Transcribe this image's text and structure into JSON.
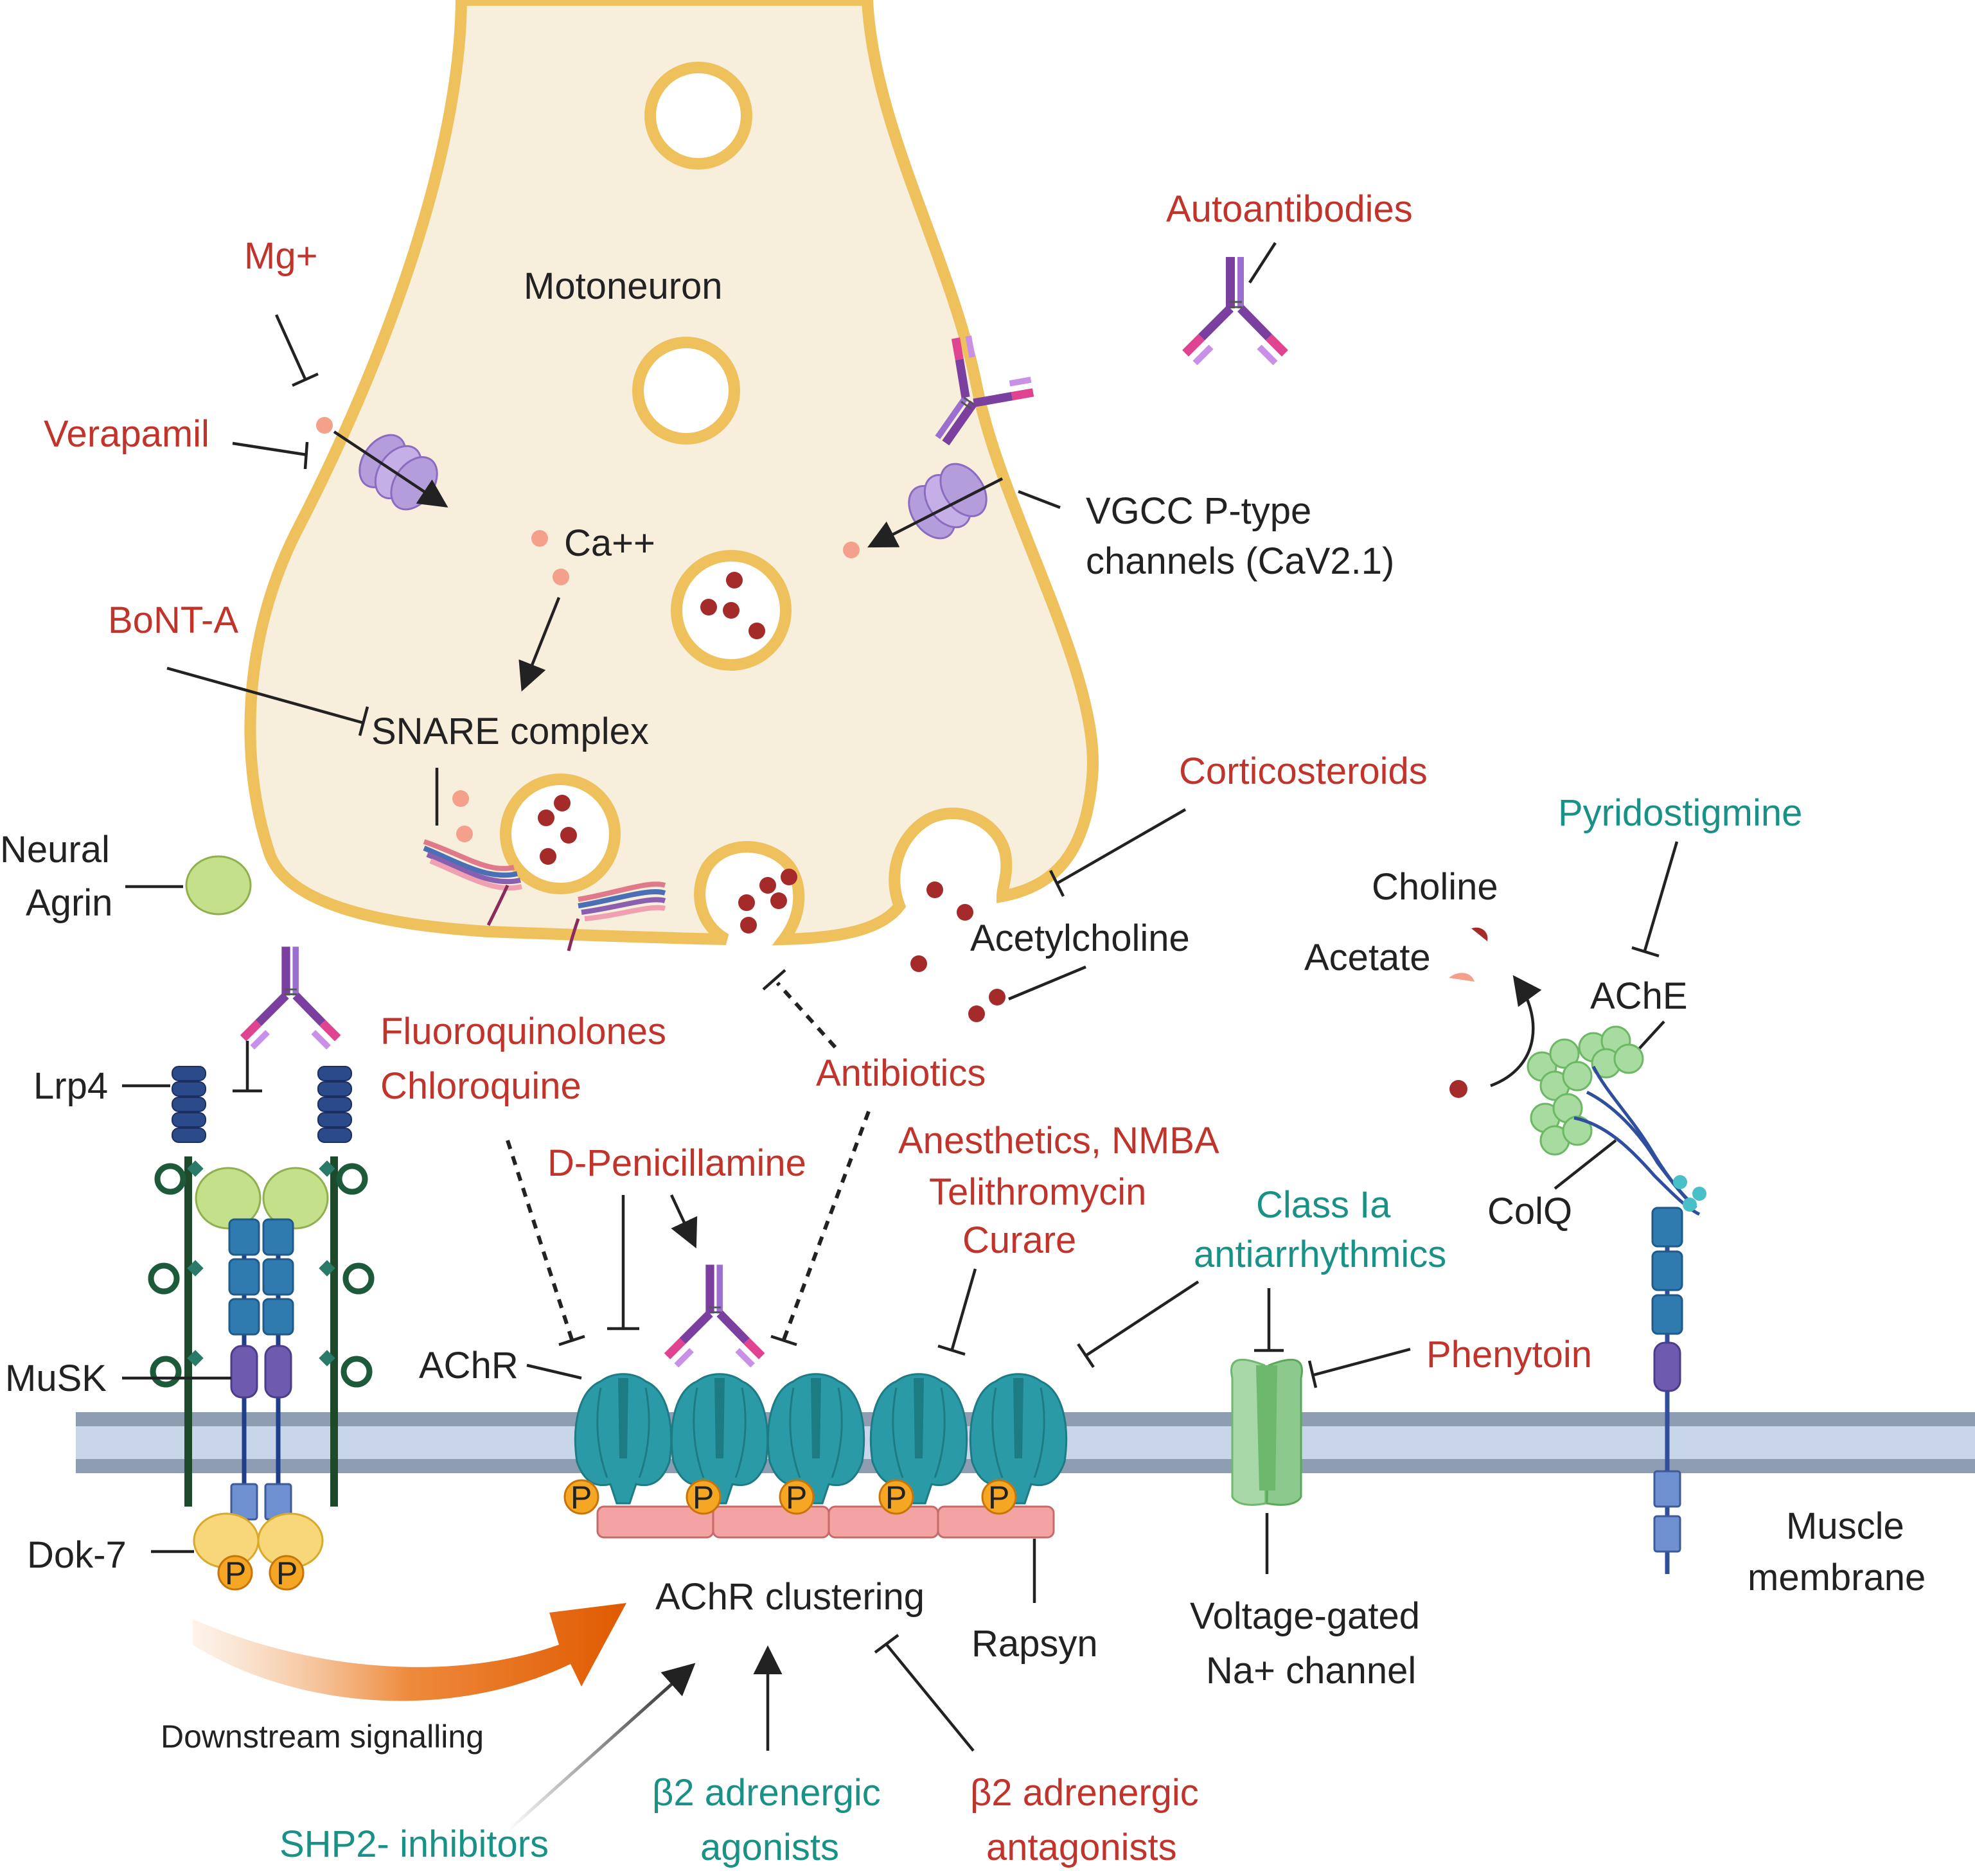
{
  "labels": {
    "motoneuron": "Motoneuron",
    "ca": "Ca++",
    "snare": "SNARE complex",
    "vgcc_line1": "VGCC  P-type",
    "vgcc_line2": "channels (CaV2.1)",
    "neural": "Neural",
    "agrin": "Agrin",
    "lrp4": "Lrp4",
    "musk": "MuSK",
    "dok7": "Dok-7",
    "achr": "AChR",
    "achr_clustering": "AChR clustering",
    "rapsyn": "Rapsyn",
    "downstream": "Downstream signalling",
    "acetylcholine": "Acetylcholine",
    "choline": "Choline",
    "acetate": "Acetate",
    "ache": "AChE",
    "colq": "ColQ",
    "vgnc_line1": "Voltage-gated",
    "vgnc_line2": "Na+ channel",
    "muscle_line1": "Muscle",
    "muscle_line2": "membrane",
    "phospho": "P"
  },
  "drugs": {
    "mg": "Mg+",
    "verapamil": "Verapamil",
    "bonta": "BoNT-A",
    "autoantibodies": "Autoantibodies",
    "corticosteroids": "Corticosteroids",
    "antibiotics": "Antibiotics",
    "fluoroquinolones": "Fluoroquinolones",
    "chloroquine": "Chloroquine",
    "dpenicillamine": "D-Penicillamine",
    "anesthetics": "Anesthetics, NMBA",
    "telithromycin": "Telithromycin",
    "curare": "Curare",
    "classia_line1": "Class Ia",
    "classia_line2": "antiarrhythmics",
    "phenytoin": "Phenytoin",
    "pyridostigmine": "Pyridostigmine",
    "shp2": "SHP2- inhibitors",
    "b2ago_line1": "β2 adrenergic",
    "b2ago_line2": "agonists",
    "b2ant_line1": "β2 adrenergic",
    "b2ant_line2": "antagonists"
  },
  "colors": {
    "neuron_fill": "#f7eedb",
    "neuron_stroke": "#eec15c",
    "membrane": "#9fb0c6",
    "achr": "#2a9aa6",
    "rapsyn": "#f4a3a3",
    "phospho": "#f5a623",
    "vgcc": "#b39ddb",
    "acetylcholine": "#a52a2a",
    "inhibitor_red": "#c0342c",
    "enhancer_teal": "#1a9186",
    "agrin": "#c5e08a",
    "signal_arrow": "#e86412"
  }
}
